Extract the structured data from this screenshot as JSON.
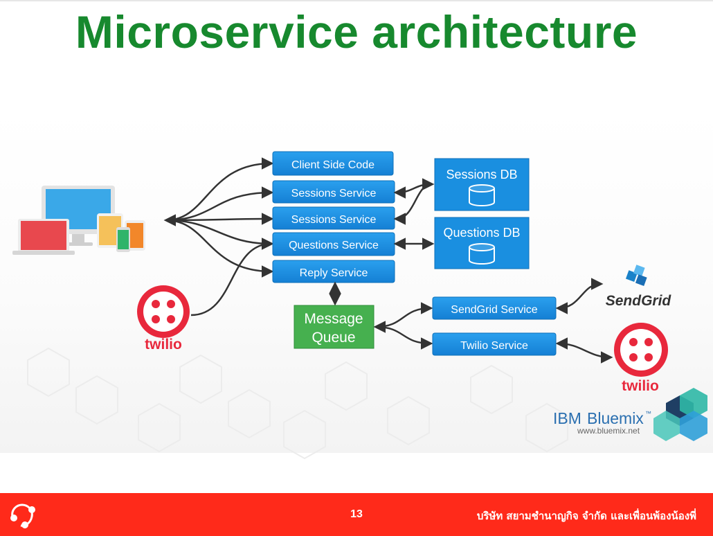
{
  "title": "Microservice architecture",
  "services": [
    {
      "label": "Client Side Code"
    },
    {
      "label": "Sessions Service"
    },
    {
      "label": "Sessions Service"
    },
    {
      "label": "Questions Service"
    },
    {
      "label": "Reply Service"
    },
    {
      "label": "SendGrid Service"
    },
    {
      "label": "Twilio Service"
    }
  ],
  "databases": [
    {
      "label": "Sessions DB"
    },
    {
      "label": "Questions DB"
    }
  ],
  "queue": {
    "line1": "Message",
    "line2": "Queue"
  },
  "logos": {
    "twilio_left": "twilio",
    "twilio_right": "twilio",
    "sendgrid": "SendGrid",
    "bluemix_ibm": "IBM",
    "bluemix_name": "Bluemix",
    "bluemix_tm": "™",
    "bluemix_url": "www.bluemix.net"
  },
  "footer": {
    "page_number": "13",
    "company": "บริษัท สยามชำนาญกิจ จำกัด และเพื่อนพ้องน้องพี่"
  },
  "colors": {
    "title_green": "#17892e",
    "service_blue": "#1a8fe0",
    "queue_green": "#46b04f",
    "footer_red": "#ff2a1a",
    "twilio_red": "#e8283c"
  },
  "icons": [
    "devices-icon",
    "database-icon",
    "twilio-logo-icon",
    "sendgrid-logo-icon",
    "bluemix-logo-icon",
    "company-logo-icon"
  ]
}
